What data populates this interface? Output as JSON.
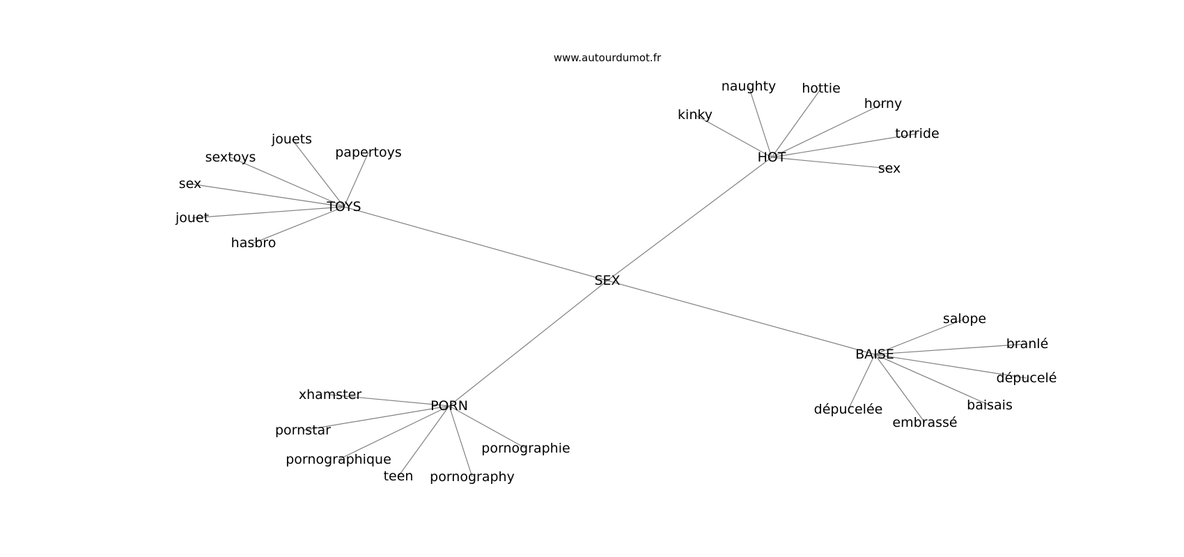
{
  "title": "www.autourdumot.fr",
  "edge_color": "#808080",
  "text_color": "#000000",
  "background": "#ffffff",
  "root": {
    "label": "SEX",
    "branches": [
      {
        "label": "TOYS",
        "leaves": [
          "papertoys",
          "jouets",
          "sextoys",
          "sex",
          "jouet",
          "hasbro"
        ]
      },
      {
        "label": "HOT",
        "leaves": [
          "kinky",
          "naughty",
          "hottie",
          "horny",
          "torride",
          "sex"
        ]
      },
      {
        "label": "PORN",
        "leaves": [
          "xhamster",
          "pornstar",
          "pornographique",
          "teen",
          "pornography",
          "pornographie"
        ]
      },
      {
        "label": "BAISE",
        "leaves": [
          "salope",
          "branlé",
          "dépucelé",
          "baisais",
          "embrassé",
          "dépucelée"
        ]
      }
    ]
  }
}
